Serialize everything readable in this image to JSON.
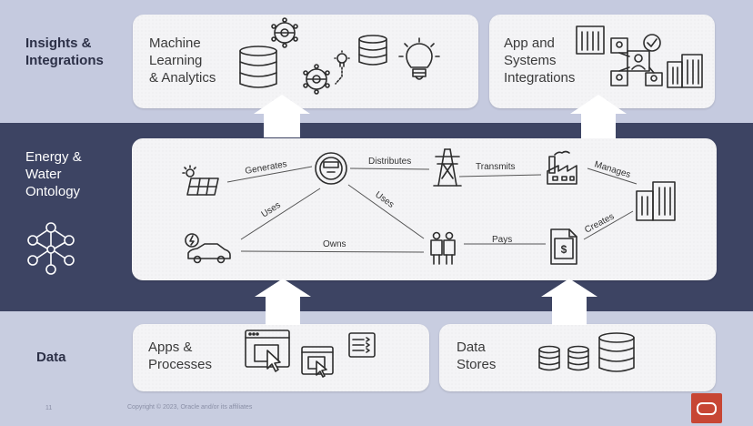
{
  "layers": {
    "insights": "Insights &\nIntegrations",
    "ontology": "Energy &\nWater\nOntology",
    "data": "Data"
  },
  "boxes": {
    "ml": "Machine\nLearning\n& Analytics",
    "app": "App and\nSystems\nIntegrations",
    "apps": "Apps &\nProcesses",
    "stores": "Data\nStores"
  },
  "edges": {
    "generates": "Generates",
    "distributes": "Distributes",
    "transmits": "Transmits",
    "manages": "Manages",
    "uses1": "Uses",
    "uses2": "Uses",
    "owns": "Owns",
    "pays": "Pays",
    "creates": "Creates"
  },
  "footer": {
    "page": "11",
    "copyright": "Copyright © 2023, Oracle and/or its affiliates"
  },
  "colors": {
    "dark_band": "#3d4463",
    "light_band": "#c5cadf",
    "oracle_red": "#c74634"
  }
}
